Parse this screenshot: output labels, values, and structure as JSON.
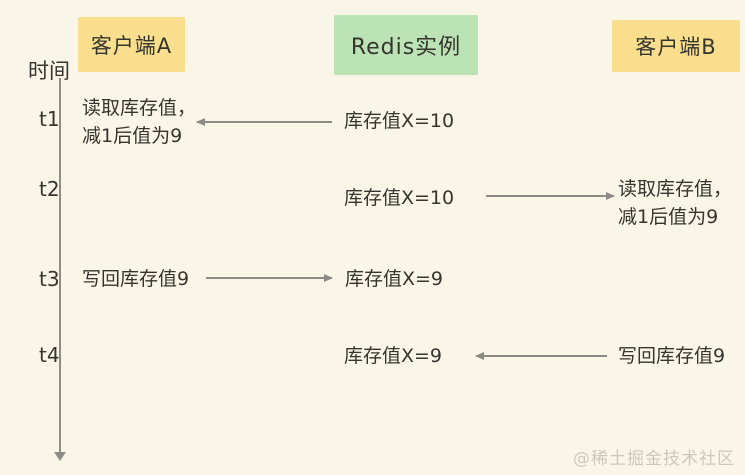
{
  "colors": {
    "background": "#f9f6e8",
    "client_box": "#f8de8d",
    "redis_box": "#bce3b6",
    "text": "#35352e",
    "arrow": "#8b8b83",
    "watermark": "#ccc8b9"
  },
  "timeline": {
    "axis_label": "时间",
    "ticks": [
      "t1",
      "t2",
      "t3",
      "t4"
    ]
  },
  "actors": [
    {
      "id": "client-a",
      "label": "客户端A"
    },
    {
      "id": "redis",
      "label": "Redis实例"
    },
    {
      "id": "client-b",
      "label": "客户端B"
    }
  ],
  "events": [
    {
      "time": "t1",
      "client_a": {
        "line1": "读取库存值，",
        "line2": "减1后值为9"
      },
      "redis": "库存值X=10",
      "arrow": {
        "from": "Redis实例",
        "to": "客户端A",
        "direction": "left"
      }
    },
    {
      "time": "t2",
      "redis": "库存值X=10",
      "client_b": {
        "line1": "读取库存值，",
        "line2": "减1后值为9"
      },
      "arrow": {
        "from": "Redis实例",
        "to": "客户端B",
        "direction": "right"
      }
    },
    {
      "time": "t3",
      "client_a": {
        "line1": "写回库存值9"
      },
      "redis": "库存值X=9",
      "arrow": {
        "from": "客户端A",
        "to": "Redis实例",
        "direction": "right"
      }
    },
    {
      "time": "t4",
      "redis": "库存值X=9",
      "client_b": {
        "line1": "写回库存值9"
      },
      "arrow": {
        "from": "客户端B",
        "to": "Redis实例",
        "direction": "left"
      }
    }
  ],
  "watermark": "@稀土掘金技术社区"
}
